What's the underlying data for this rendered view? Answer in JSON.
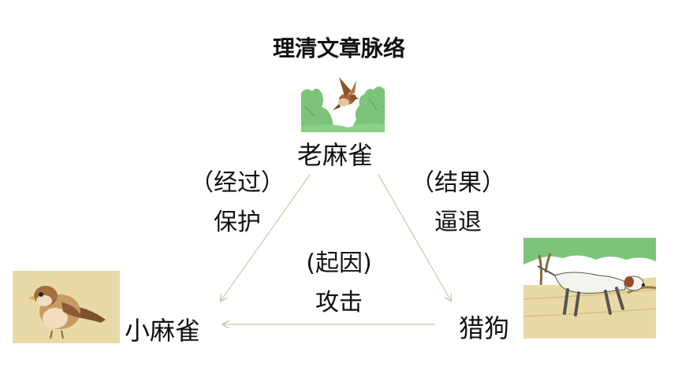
{
  "title": "理清文章脉络",
  "nodes": {
    "old_sparrow": "老麻雀",
    "little_sparrow": "小麻雀",
    "hunting_dog": "猎狗"
  },
  "relations": {
    "process": {
      "tag": "（经过）",
      "text": "保护"
    },
    "result": {
      "tag": "（结果）",
      "text": "逼退"
    },
    "cause": {
      "tag": "(起因)",
      "text": "攻击"
    }
  },
  "colors": {
    "edge": "#c8d6b4",
    "foliage": "#7cc47a",
    "sand": "#e8d9a6"
  }
}
